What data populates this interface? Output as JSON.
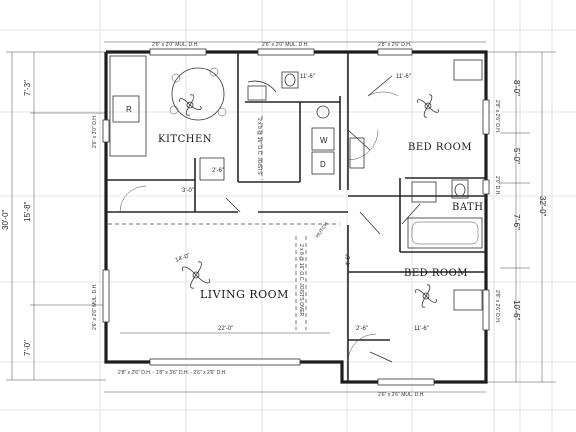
{
  "rooms": {
    "kitchen": "KITCHEN",
    "bedroom_top": "BED ROOM",
    "bedroom_bottom": "BED ROOM",
    "bath": "BATH",
    "living_room": "LIVING ROOM",
    "hutch": "HUTCH"
  },
  "windows": {
    "top_left": "2'6\" x 2'0\" MUL. D.H.",
    "top_center": "2'6\" x 2'0\" MUL. D.H.",
    "top_right": "2'8\" x 2'6\" D.H.",
    "bottom_left": "2'8\" x 2'6\" D.H. - 1'8\" x 3'6\" D.H. - 2'6\" x 2'6\" D.H.",
    "bottom_right": "2'6\" x 2'6\" MUL. D.H.",
    "left_kitchen": "2'6\" x 3'0\" D.H.",
    "left_living": "2'6\" x 2'6\" MUL. D.H.",
    "right_bed_top": "2'8\" x 2'6\" D.H.",
    "right_bed_bottom": "2'8\" x 2'6\" D.H.",
    "right_bath": "2'0\" D.H."
  },
  "dims": {
    "overall_depth": "30'-0\"",
    "left_top": "7'-3\"",
    "left_mid": "15'-8\"",
    "left_bottom": "7'-0\"",
    "right_top": "8'-0\"",
    "right_mid1": "5'-0\"",
    "right_mid2": "7'-6\"",
    "right_bottom": "10'-6\"",
    "right_overall": "32'-0\"",
    "living_width": "22'-0\"",
    "kitchen_width": "11'-6\"",
    "bed_top_width": "11'-6\"",
    "bed_bottom_width": "11'-6\"",
    "living_ceiling": "14'-0\"",
    "hall_width": "4'-6\"",
    "closet": "2'-6\"",
    "closet2": "2'-6\"",
    "step": "3'-0\"",
    "joists_living": "2 x 8 @ 16\" O.C. JOISTS OVER",
    "joists_kitchen": "2 x 8 @ 16\" O.C. JOISTS"
  },
  "appliances": {
    "range": "R",
    "washer": "W",
    "dryer": "D"
  }
}
